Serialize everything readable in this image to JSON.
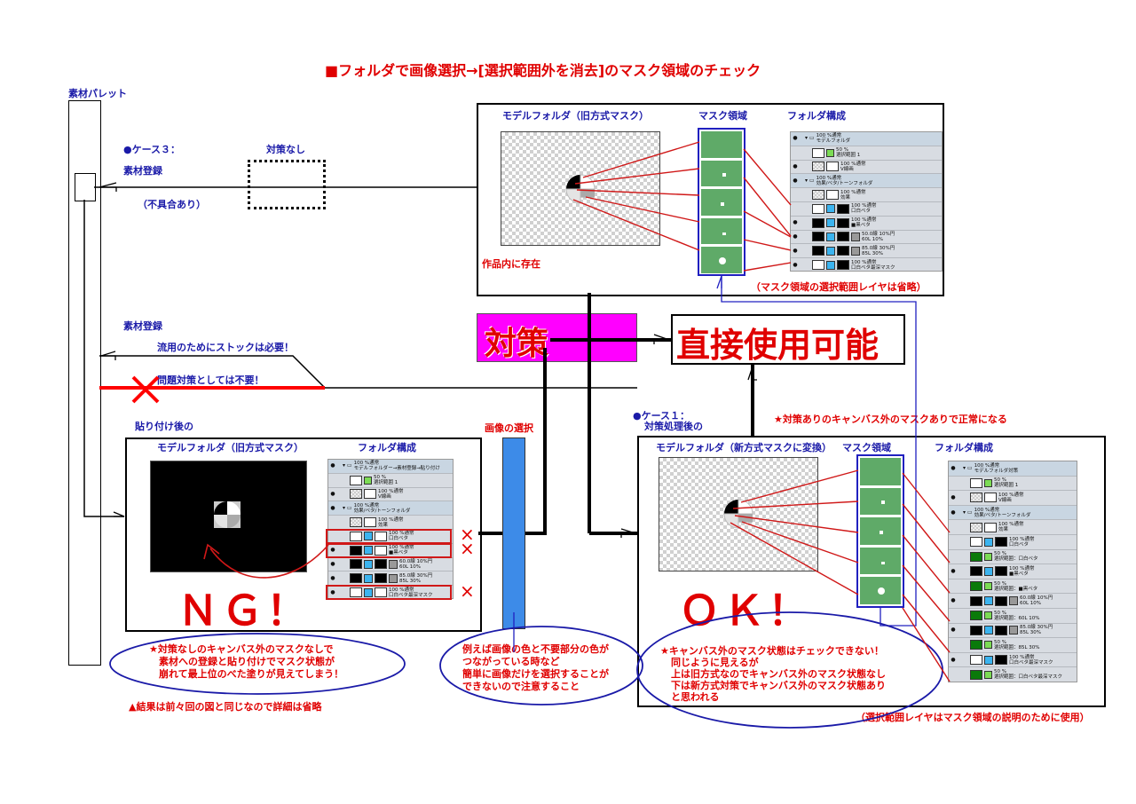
{
  "title": "■フォルダで画像選択→[選択範囲外を消去]のマスク領域のチェック",
  "palette": {
    "label": "素材パレット"
  },
  "case3": {
    "label": "●ケース３：",
    "register": "素材登録",
    "issue": "（不具合あり）",
    "none_label": "対策なし"
  },
  "top_panel": {
    "model_title": "モデルフォルダ（旧方式マスク）",
    "mask_title": "マスク領域",
    "folder_title": "フォルダ構成",
    "exists_label": "作品内に存在",
    "note": "（マスク領域の選択範囲レイヤは省略）",
    "layers": [
      {
        "eye": true,
        "folder": true,
        "line1": "100 %通常",
        "line2": "モデルフォルダ",
        "thumb": "folder"
      },
      {
        "eye": false,
        "line1": "50 %",
        "line2": "選択範囲 1",
        "thumb": "white",
        "thumb2": "sel"
      },
      {
        "eye": true,
        "line1": "100 %通常",
        "line2": "V線画",
        "thumb": "check",
        "thumb2": "white"
      },
      {
        "eye": true,
        "folder": true,
        "line1": "100 %通常",
        "line2": "効果/ベタ/トーンフォルダ",
        "thumb": "folder"
      },
      {
        "eye": false,
        "line1": "100 %通常",
        "line2": "効果",
        "thumb": "check",
        "thumb2": "white"
      },
      {
        "eye": false,
        "line1": "100 %通常",
        "line2": "口白ベタ",
        "thumb": "white",
        "thumb2": "cyan",
        "mask": "black"
      },
      {
        "eye": true,
        "line1": "100 %通常",
        "line2": "■黒ベタ",
        "thumb": "black",
        "thumb2": "cyan",
        "mask": "black"
      },
      {
        "eye": true,
        "line1": "50.0線 10%円",
        "line2": "60L 10%",
        "thumb": "black",
        "thumb2": "cyan",
        "mask": "black",
        "tone": true
      },
      {
        "eye": true,
        "line1": "85.0線 30%円",
        "line2": "85L 30%",
        "thumb": "black",
        "thumb2": "cyan",
        "mask": "black",
        "tone": true
      },
      {
        "eye": true,
        "line1": "100 %通常",
        "line2": "口白ベタ最深マスク",
        "thumb": "white",
        "thumb2": "cyan",
        "mask": "black"
      }
    ]
  },
  "stock": {
    "register": "素材登録",
    "need": "流用のためにストックは必要！",
    "unneeded": "問題対策としては不要！"
  },
  "countermeasure": {
    "label": "対策"
  },
  "direct_use": {
    "label": "直接使用可能"
  },
  "after_paste": {
    "label": "貼り付け後の",
    "model_title": "モデルフォルダ（旧方式マスク）",
    "folder_title": "フォルダ構成",
    "result": "ＮＧ！",
    "note_lines": [
      "★対策なしのキャンバス外のマスクなしで",
      "素材への登録と貼り付けでマスク状態が",
      "崩れて最上位のべた塗りが見えてしまう！"
    ],
    "footer": "▲結果は前々回の図と同じなので詳細は省略",
    "cross_mark": "×",
    "layers": [
      {
        "eye": true,
        "folder": true,
        "line1": "100 %通常",
        "line2": "モデルフォルダー→素材登録→貼り付け",
        "thumb": "folder"
      },
      {
        "eye": false,
        "line1": "50 %",
        "line2": "選択範囲 1",
        "thumb": "white",
        "thumb2": "sel"
      },
      {
        "eye": true,
        "line1": "100 %通常",
        "line2": "V線画",
        "thumb": "check",
        "thumb2": "white"
      },
      {
        "eye": true,
        "folder": true,
        "line1": "100 %通常",
        "line2": "効果/ベタ/トーンフォルダ",
        "thumb": "folder"
      },
      {
        "eye": false,
        "line1": "100 %通常",
        "line2": "効果",
        "thumb": "check",
        "thumb2": "white"
      },
      {
        "eye": false,
        "line1": "100 %通常",
        "line2": "口白ベタ",
        "thumb": "white",
        "thumb2": "cyan",
        "mask": "white",
        "flag": true
      },
      {
        "eye": true,
        "line1": "100 %通常",
        "line2": "■黒ベタ",
        "thumb": "black",
        "thumb2": "cyan",
        "mask": "white",
        "flag": true
      },
      {
        "eye": true,
        "line1": "60.0線 10%円",
        "line2": "60L 10%",
        "thumb": "black",
        "thumb2": "cyan",
        "mask": "black",
        "tone": true
      },
      {
        "eye": true,
        "line1": "85.0線 30%円",
        "line2": "85L 30%",
        "thumb": "black",
        "thumb2": "cyan",
        "mask": "black",
        "tone": true
      },
      {
        "eye": true,
        "line1": "100 %通常",
        "line2": "口白ベタ最深マスク",
        "thumb": "white",
        "thumb2": "cyan",
        "mask": "white",
        "flag": true
      }
    ]
  },
  "selection": {
    "label": "画像の選択",
    "note_lines": [
      "例えば画像の色と不要部分の色が",
      "つながっている時など",
      "簡単に画像だけを選択することが",
      "できないので注意すること"
    ]
  },
  "case1": {
    "label": "●ケース１：",
    "sub": "対策処理後の",
    "status_note": "★対策ありのキャンバス外のマスクありで正常になる",
    "model_title": "モデルフォルダ（新方式マスクに変換）",
    "mask_title": "マスク領域",
    "folder_title": "フォルダ構成",
    "result": "ＯＫ！",
    "note_lines": [
      "★キャンバス外のマスク状態はチェックできない！",
      "同じように見えるが",
      "上は旧方式なのでキャンバス外のマスク状態なし",
      "下は新方式対策でキャンバス外のマスク状態あり",
      "と思われる"
    ],
    "footer": "（選択範囲レイヤはマスク領域の説明のために使用）",
    "layers": [
      {
        "eye": true,
        "folder": true,
        "line1": "100 %通常",
        "line2": "モデルフォルダ対策",
        "thumb": "folder"
      },
      {
        "eye": false,
        "line1": "50 %",
        "line2": "選択範囲 1",
        "thumb": "white",
        "thumb2": "sel"
      },
      {
        "eye": true,
        "line1": "100 %通常",
        "line2": "V線画",
        "thumb": "check",
        "thumb2": "white"
      },
      {
        "eye": true,
        "folder": true,
        "line1": "100 %通常",
        "line2": "効果/ベタ/トーンフォルダ",
        "thumb": "folder"
      },
      {
        "eye": false,
        "line1": "100 %通常",
        "line2": "効果",
        "thumb": "check",
        "thumb2": "white"
      },
      {
        "eye": false,
        "line1": "100 %通常",
        "line2": "口白ベタ",
        "thumb": "white",
        "thumb2": "cyan",
        "mask": "black"
      },
      {
        "eye": false,
        "line1": "50 %",
        "line2": "選択範囲：口白ベタ",
        "thumb": "green",
        "thumb2": "sel"
      },
      {
        "eye": true,
        "line1": "100 %通常",
        "line2": "■黒ベタ",
        "thumb": "black",
        "thumb2": "cyan",
        "mask": "black"
      },
      {
        "eye": false,
        "line1": "50 %",
        "line2": "選択範囲：■黒ベタ",
        "thumb": "green",
        "thumb2": "sel"
      },
      {
        "eye": true,
        "line1": "60.0線 10%円",
        "line2": "60L 10%",
        "thumb": "black",
        "thumb2": "cyan",
        "mask": "black",
        "tone": true
      },
      {
        "eye": false,
        "line1": "50 %",
        "line2": "選択範囲：60L 10%",
        "thumb": "green",
        "thumb2": "sel"
      },
      {
        "eye": true,
        "line1": "85.0線 30%円",
        "line2": "85L 30%",
        "thumb": "black",
        "thumb2": "cyan",
        "mask": "black",
        "tone": true
      },
      {
        "eye": false,
        "line1": "50 %",
        "line2": "選択範囲：85L 30%",
        "thumb": "green",
        "thumb2": "sel"
      },
      {
        "eye": true,
        "line1": "100 %通常",
        "line2": "口白ベタ最深マスク",
        "thumb": "white",
        "thumb2": "cyan",
        "mask": "black"
      },
      {
        "eye": false,
        "line1": "50 %",
        "line2": "選択範囲：口白ベタ最深マスク",
        "thumb": "green",
        "thumb2": "sel"
      }
    ]
  },
  "colors": {
    "title_red": "#e00000",
    "label_blue": "#1a1aa8",
    "magenta": "#ff00ff",
    "selection_blue": "#3d8be8",
    "mask_green": "#5faa68"
  }
}
